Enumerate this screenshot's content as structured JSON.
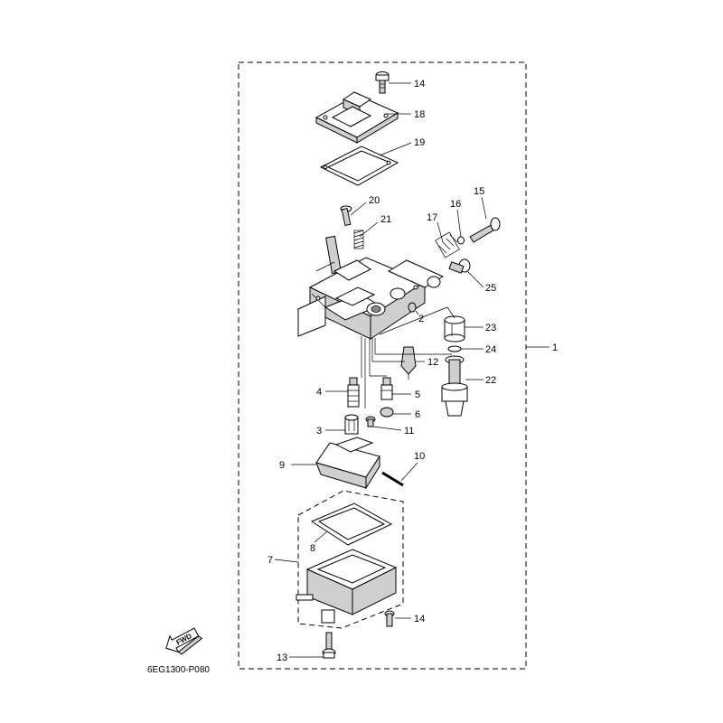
{
  "diagram": {
    "type": "exploded-parts-diagram",
    "reference_code": "6EG1300-P080",
    "direction_badge": "FWD",
    "callouts": {
      "c1": "1",
      "c2": "2",
      "c3": "3",
      "c4": "4",
      "c5": "5",
      "c6": "6",
      "c7": "7",
      "c8": "8",
      "c9": "9",
      "c10": "10",
      "c11": "11",
      "c12": "12",
      "c13": "13",
      "c14a": "14",
      "c14b": "14",
      "c15": "15",
      "c16": "16",
      "c17": "17",
      "c18": "18",
      "c19": "19",
      "c20": "20",
      "c21": "21",
      "c22": "22",
      "c23": "23",
      "c24": "24",
      "c25": "25"
    }
  }
}
